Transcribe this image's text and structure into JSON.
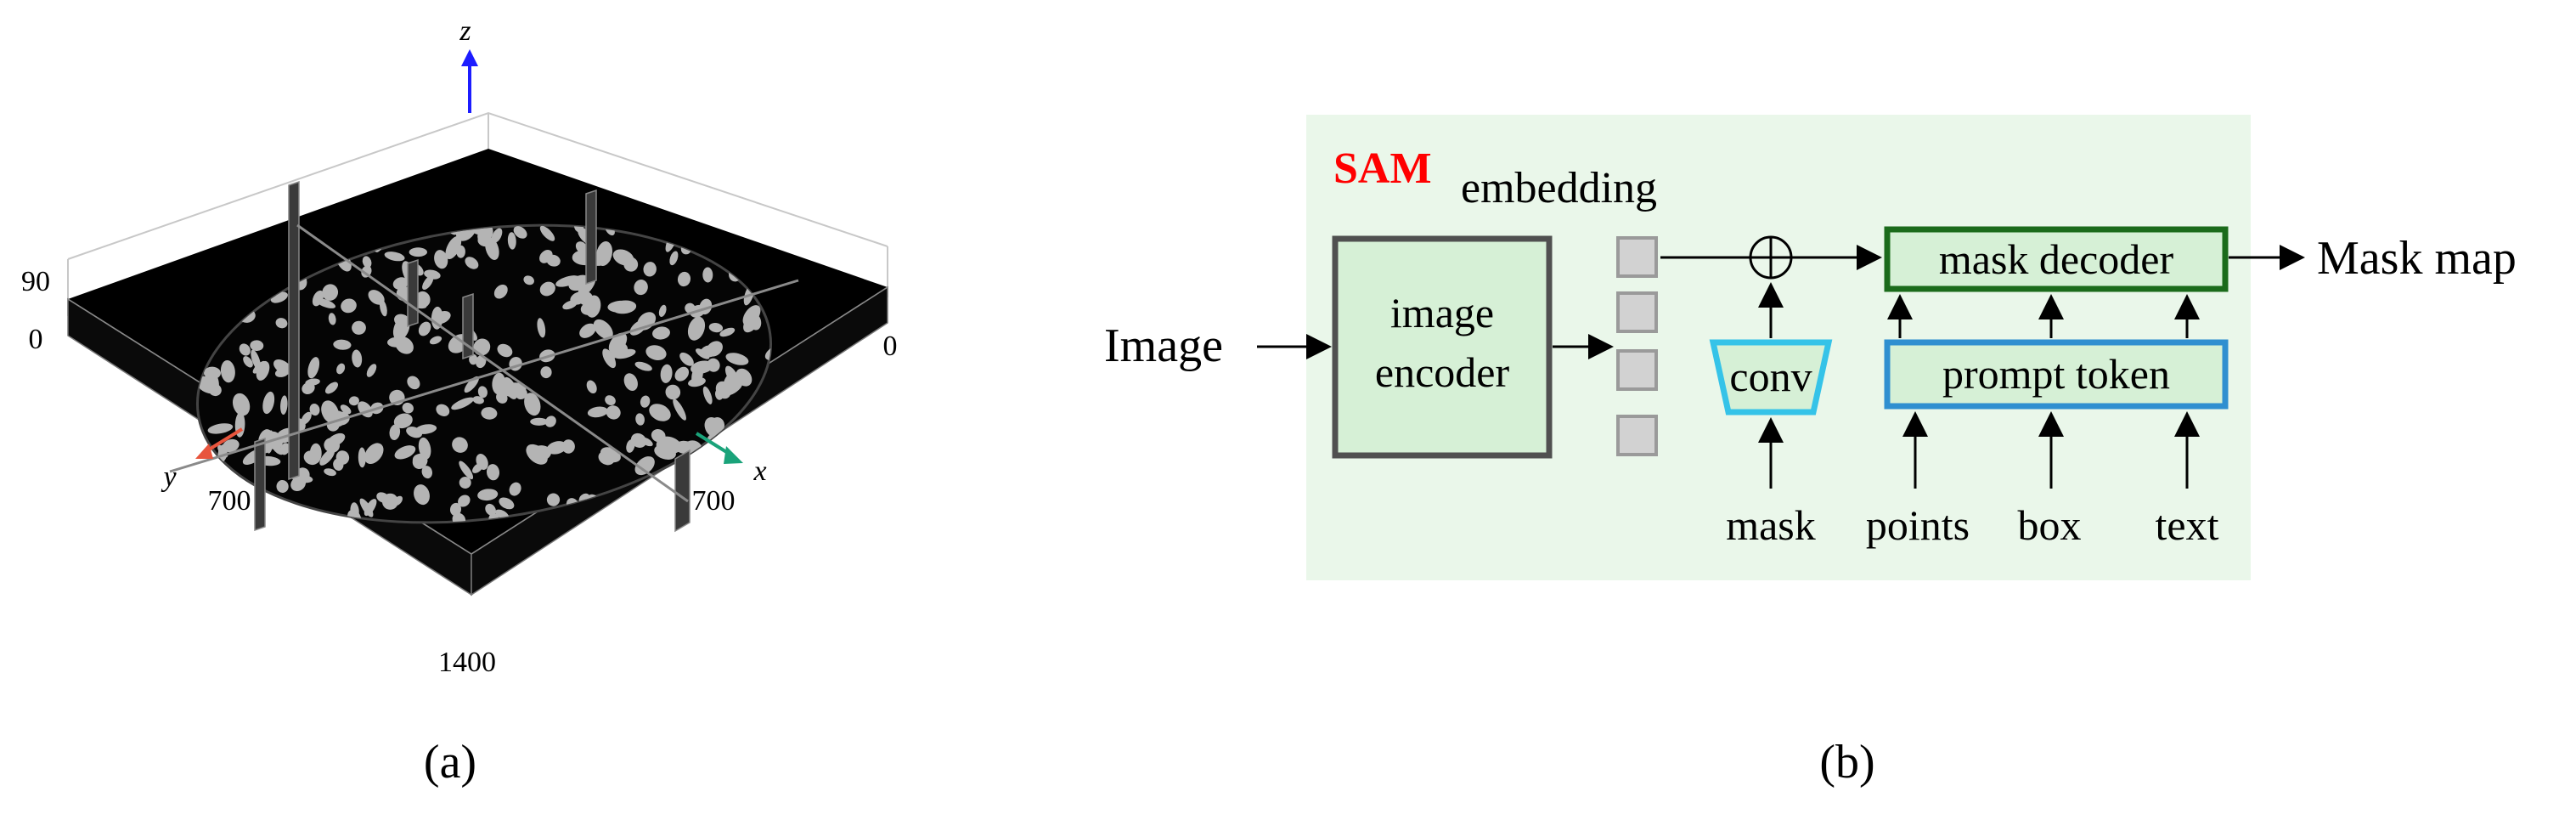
{
  "panel_a": {
    "caption": "(a)",
    "axes": {
      "z": "z",
      "x": "x",
      "y": "y"
    },
    "ticks": {
      "z_top": "90",
      "z_bottom": "0",
      "x_start": "0",
      "x_end": "700",
      "y_end": "700",
      "corner": "1400"
    },
    "colors": {
      "z_axis": "#1c1cff",
      "x_axis": "#1aa37a",
      "y_axis": "#e8553d",
      "slab": "#000000",
      "grains": "#b4b4b4"
    }
  },
  "panel_b": {
    "caption": "(b)",
    "sam_label": "SAM",
    "embedding_label": "embedding",
    "input_label": "Image",
    "encoder_line1": "image",
    "encoder_line2": "encoder",
    "conv_label": "conv",
    "decoder_label": "mask decoder",
    "prompt_label": "prompt token",
    "output_label": "Mask map",
    "prompt_inputs": [
      "mask",
      "points",
      "box",
      "text"
    ],
    "colors": {
      "background": "#eaf7ea",
      "sam_text": "#ff0000",
      "encoder_fill": "#d6f0d6",
      "encoder_border": "#505050",
      "decoder_border": "#1b6b1b",
      "prompt_border": "#2f8fd0",
      "conv_border": "#35c3e8",
      "embedding_cells": "#d2d2d2"
    }
  }
}
